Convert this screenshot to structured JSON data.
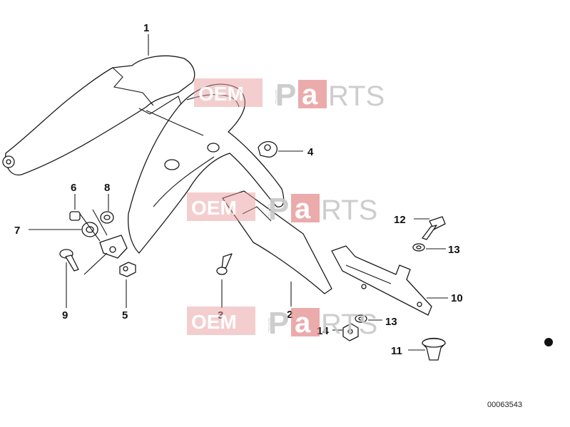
{
  "watermark": {
    "oem": "OEM",
    "bike": "BIKE",
    "p": "P",
    "a": "a",
    "rts": "RTS"
  },
  "callouts": {
    "c1": "1",
    "c2": "2",
    "c3": "3",
    "c4": "4",
    "c5": "5",
    "c6": "6",
    "c7": "7",
    "c8": "8",
    "c9": "9",
    "c10": "10",
    "c11": "11",
    "c12": "12",
    "c13a": "13",
    "c13b": "13",
    "c14": "14"
  },
  "diagram_id": "00063543"
}
